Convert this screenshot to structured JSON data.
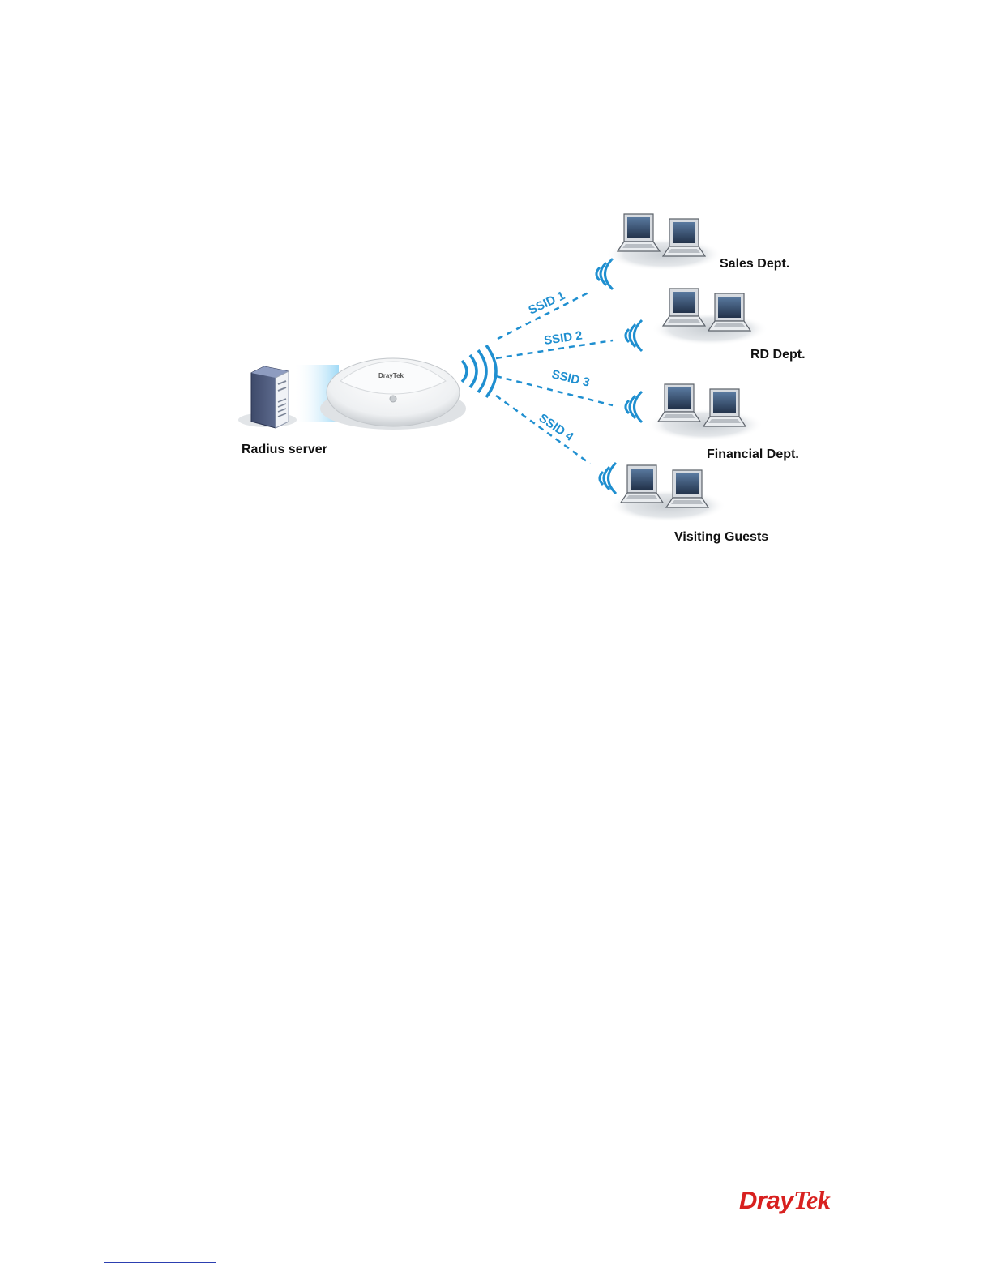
{
  "diagram": {
    "server_label": "Radius server",
    "ap_brand": "DrayTek",
    "ssids": [
      "SSID 1",
      "SSID 2",
      "SSID 3",
      "SSID 4"
    ],
    "groups": [
      "Sales Dept.",
      "RD Dept.",
      "Financial Dept.",
      "Visiting Guests"
    ],
    "colors": {
      "link": "#1f8fd0",
      "label": "#111111"
    }
  },
  "logo": {
    "part1": "Dray",
    "part2": "Tek"
  }
}
